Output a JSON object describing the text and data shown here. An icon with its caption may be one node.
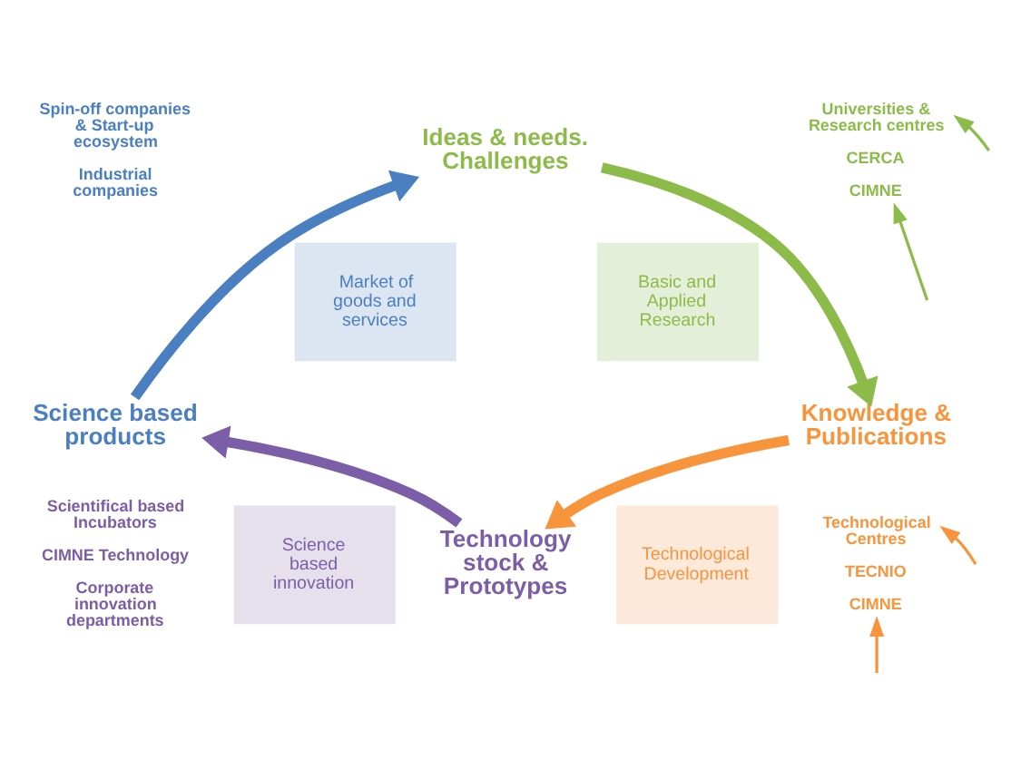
{
  "diagram": {
    "nodes": [
      {
        "text": [
          "Ideas & needs. Challenges"
        ]
      },
      {
        "text": [
          "Knowledge & Publications"
        ]
      },
      {
        "text": [
          "Technology stock & Prototypes"
        ]
      },
      {
        "text": [
          "Science based products"
        ]
      },
      {
        "text": [
          "Market of goods and services"
        ]
      },
      {
        "text": [
          "Basic and Applied Research"
        ]
      },
      {
        "text": [
          "Technological Development"
        ]
      },
      {
        "text": [
          "Science based innovation"
        ]
      },
      {
        "text": [
          "Spin-off companies & Start-up ecosystem",
          "Industrial companies"
        ]
      },
      {
        "text": [
          "Universities & Research centres",
          "CERCA",
          "CIMNE"
        ]
      },
      {
        "text": [
          "Technological Centres",
          "TECNIO",
          "CIMNE"
        ]
      },
      {
        "text": [
          "Scientifical based Incubators",
          "CIMNE Technology",
          "Corporate innovation departments"
        ]
      }
    ],
    "edges": [
      {
        "from": 3,
        "to": 0,
        "arrow": "to",
        "style": "thick",
        "color": "#4a7fc1"
      },
      {
        "from": 0,
        "to": 1,
        "arrow": "to",
        "style": "thick",
        "color": "#8dbb4a"
      },
      {
        "from": 1,
        "to": 2,
        "arrow": "to",
        "style": "thick",
        "color": "#f7943c"
      },
      {
        "from": 2,
        "to": 3,
        "arrow": "to",
        "style": "thick",
        "color": "#7b5ea7"
      },
      {
        "from": null,
        "to": 9,
        "arrow": "to",
        "color": "#8dbb4a"
      },
      {
        "from": null,
        "to": 9,
        "arrow": "to",
        "color": "#8dbb4a"
      },
      {
        "from": null,
        "to": 10,
        "arrow": "to",
        "color": "#f7943c"
      },
      {
        "from": null,
        "to": 10,
        "arrow": "to",
        "color": "#f7943c"
      }
    ]
  }
}
